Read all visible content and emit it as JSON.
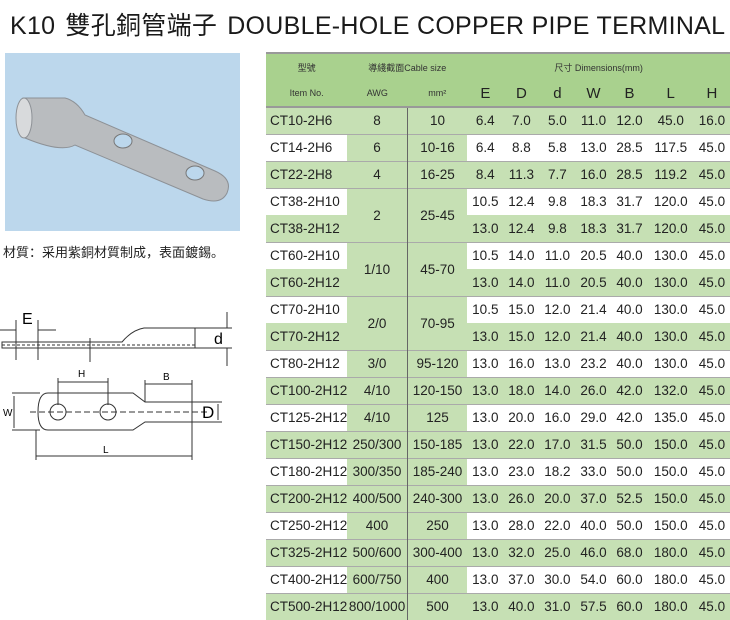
{
  "title": {
    "code": "K10",
    "zh": "雙孔銅管端子",
    "en": "DOUBLE-HOLE COPPER PIPE TERMINAL"
  },
  "material": "材質：采用紫銅材質制成，表面鍍錫。",
  "drawing_labels": {
    "E": "E",
    "d": "d",
    "H": "H",
    "B": "B",
    "W": "W",
    "D": "D",
    "L": "L"
  },
  "colors": {
    "header": "#a9d18e",
    "row": "#c6e0b4",
    "photo_bg": "#bcd7ec"
  },
  "table": {
    "header": {
      "item_zh": "型號",
      "item_en": "Item No.",
      "cable": "導綫截面Cable size",
      "awg": "AWG",
      "mm2": "mm²",
      "dims": "尺寸  Dimensions(mm)",
      "cols": [
        "E",
        "D",
        "d",
        "W",
        "B",
        "L",
        "H"
      ]
    },
    "rows": [
      {
        "item": "CT10-2H6",
        "awg": "8",
        "mm2": "10",
        "d": [
          "6.4",
          "7.0",
          "5.0",
          "11.0",
          "12.0",
          "45.0",
          "16.0"
        ]
      },
      {
        "item": "CT14-2H6",
        "awg": "6",
        "mm2": "10-16",
        "d": [
          "6.4",
          "8.8",
          "5.8",
          "13.0",
          "28.5",
          "117.5",
          "45.0"
        ]
      },
      {
        "item": "CT22-2H8",
        "awg": "4",
        "mm2": "16-25",
        "d": [
          "8.4",
          "11.3",
          "7.7",
          "16.0",
          "28.5",
          "119.2",
          "45.0"
        ]
      },
      {
        "item": "CT38-2H10",
        "awg": "2",
        "mm2": "25-45",
        "d": [
          "10.5",
          "12.4",
          "9.8",
          "18.3",
          "31.7",
          "120.0",
          "45.0"
        ]
      },
      {
        "item": "CT38-2H12",
        "d": [
          "13.0",
          "12.4",
          "9.8",
          "18.3",
          "31.7",
          "120.0",
          "45.0"
        ]
      },
      {
        "item": "CT60-2H10",
        "awg": "1/10",
        "mm2": "45-70",
        "d": [
          "10.5",
          "14.0",
          "11.0",
          "20.5",
          "40.0",
          "130.0",
          "45.0"
        ]
      },
      {
        "item": "CT60-2H12",
        "d": [
          "13.0",
          "14.0",
          "11.0",
          "20.5",
          "40.0",
          "130.0",
          "45.0"
        ]
      },
      {
        "item": "CT70-2H10",
        "awg": "2/0",
        "mm2": "70-95",
        "d": [
          "10.5",
          "15.0",
          "12.0",
          "21.4",
          "40.0",
          "130.0",
          "45.0"
        ]
      },
      {
        "item": "CT70-2H12",
        "d": [
          "13.0",
          "15.0",
          "12.0",
          "21.4",
          "40.0",
          "130.0",
          "45.0"
        ]
      },
      {
        "item": "CT80-2H12",
        "awg": "3/0",
        "mm2": "95-120",
        "d": [
          "13.0",
          "16.0",
          "13.0",
          "23.2",
          "40.0",
          "130.0",
          "45.0"
        ]
      },
      {
        "item": "CT100-2H12",
        "awg": "4/10",
        "mm2": "120-150",
        "d": [
          "13.0",
          "18.0",
          "14.0",
          "26.0",
          "42.0",
          "132.0",
          "45.0"
        ]
      },
      {
        "item": "CT125-2H12",
        "awg": "4/10",
        "mm2": "125",
        "d": [
          "13.0",
          "20.0",
          "16.0",
          "29.0",
          "42.0",
          "135.0",
          "45.0"
        ]
      },
      {
        "item": "CT150-2H12",
        "awg": "250/300",
        "mm2": "150-185",
        "d": [
          "13.0",
          "22.0",
          "17.0",
          "31.5",
          "50.0",
          "150.0",
          "45.0"
        ]
      },
      {
        "item": "CT180-2H12",
        "awg": "300/350",
        "mm2": "185-240",
        "d": [
          "13.0",
          "23.0",
          "18.2",
          "33.0",
          "50.0",
          "150.0",
          "45.0"
        ]
      },
      {
        "item": "CT200-2H12",
        "awg": "400/500",
        "mm2": "240-300",
        "d": [
          "13.0",
          "26.0",
          "20.0",
          "37.0",
          "52.5",
          "150.0",
          "45.0"
        ]
      },
      {
        "item": "CT250-2H12",
        "awg": "400",
        "mm2": "250",
        "d": [
          "13.0",
          "28.0",
          "22.0",
          "40.0",
          "50.0",
          "150.0",
          "45.0"
        ]
      },
      {
        "item": "CT325-2H12",
        "awg": "500/600",
        "mm2": "300-400",
        "d": [
          "13.0",
          "32.0",
          "25.0",
          "46.0",
          "68.0",
          "180.0",
          "45.0"
        ]
      },
      {
        "item": "CT400-2H12",
        "awg": "600/750",
        "mm2": "400",
        "d": [
          "13.0",
          "37.0",
          "30.0",
          "54.0",
          "60.0",
          "180.0",
          "45.0"
        ]
      },
      {
        "item": "CT500-2H12",
        "awg": "800/1000",
        "mm2": "500",
        "d": [
          "13.0",
          "40.0",
          "31.0",
          "57.5",
          "60.0",
          "180.0",
          "45.0"
        ]
      }
    ]
  }
}
